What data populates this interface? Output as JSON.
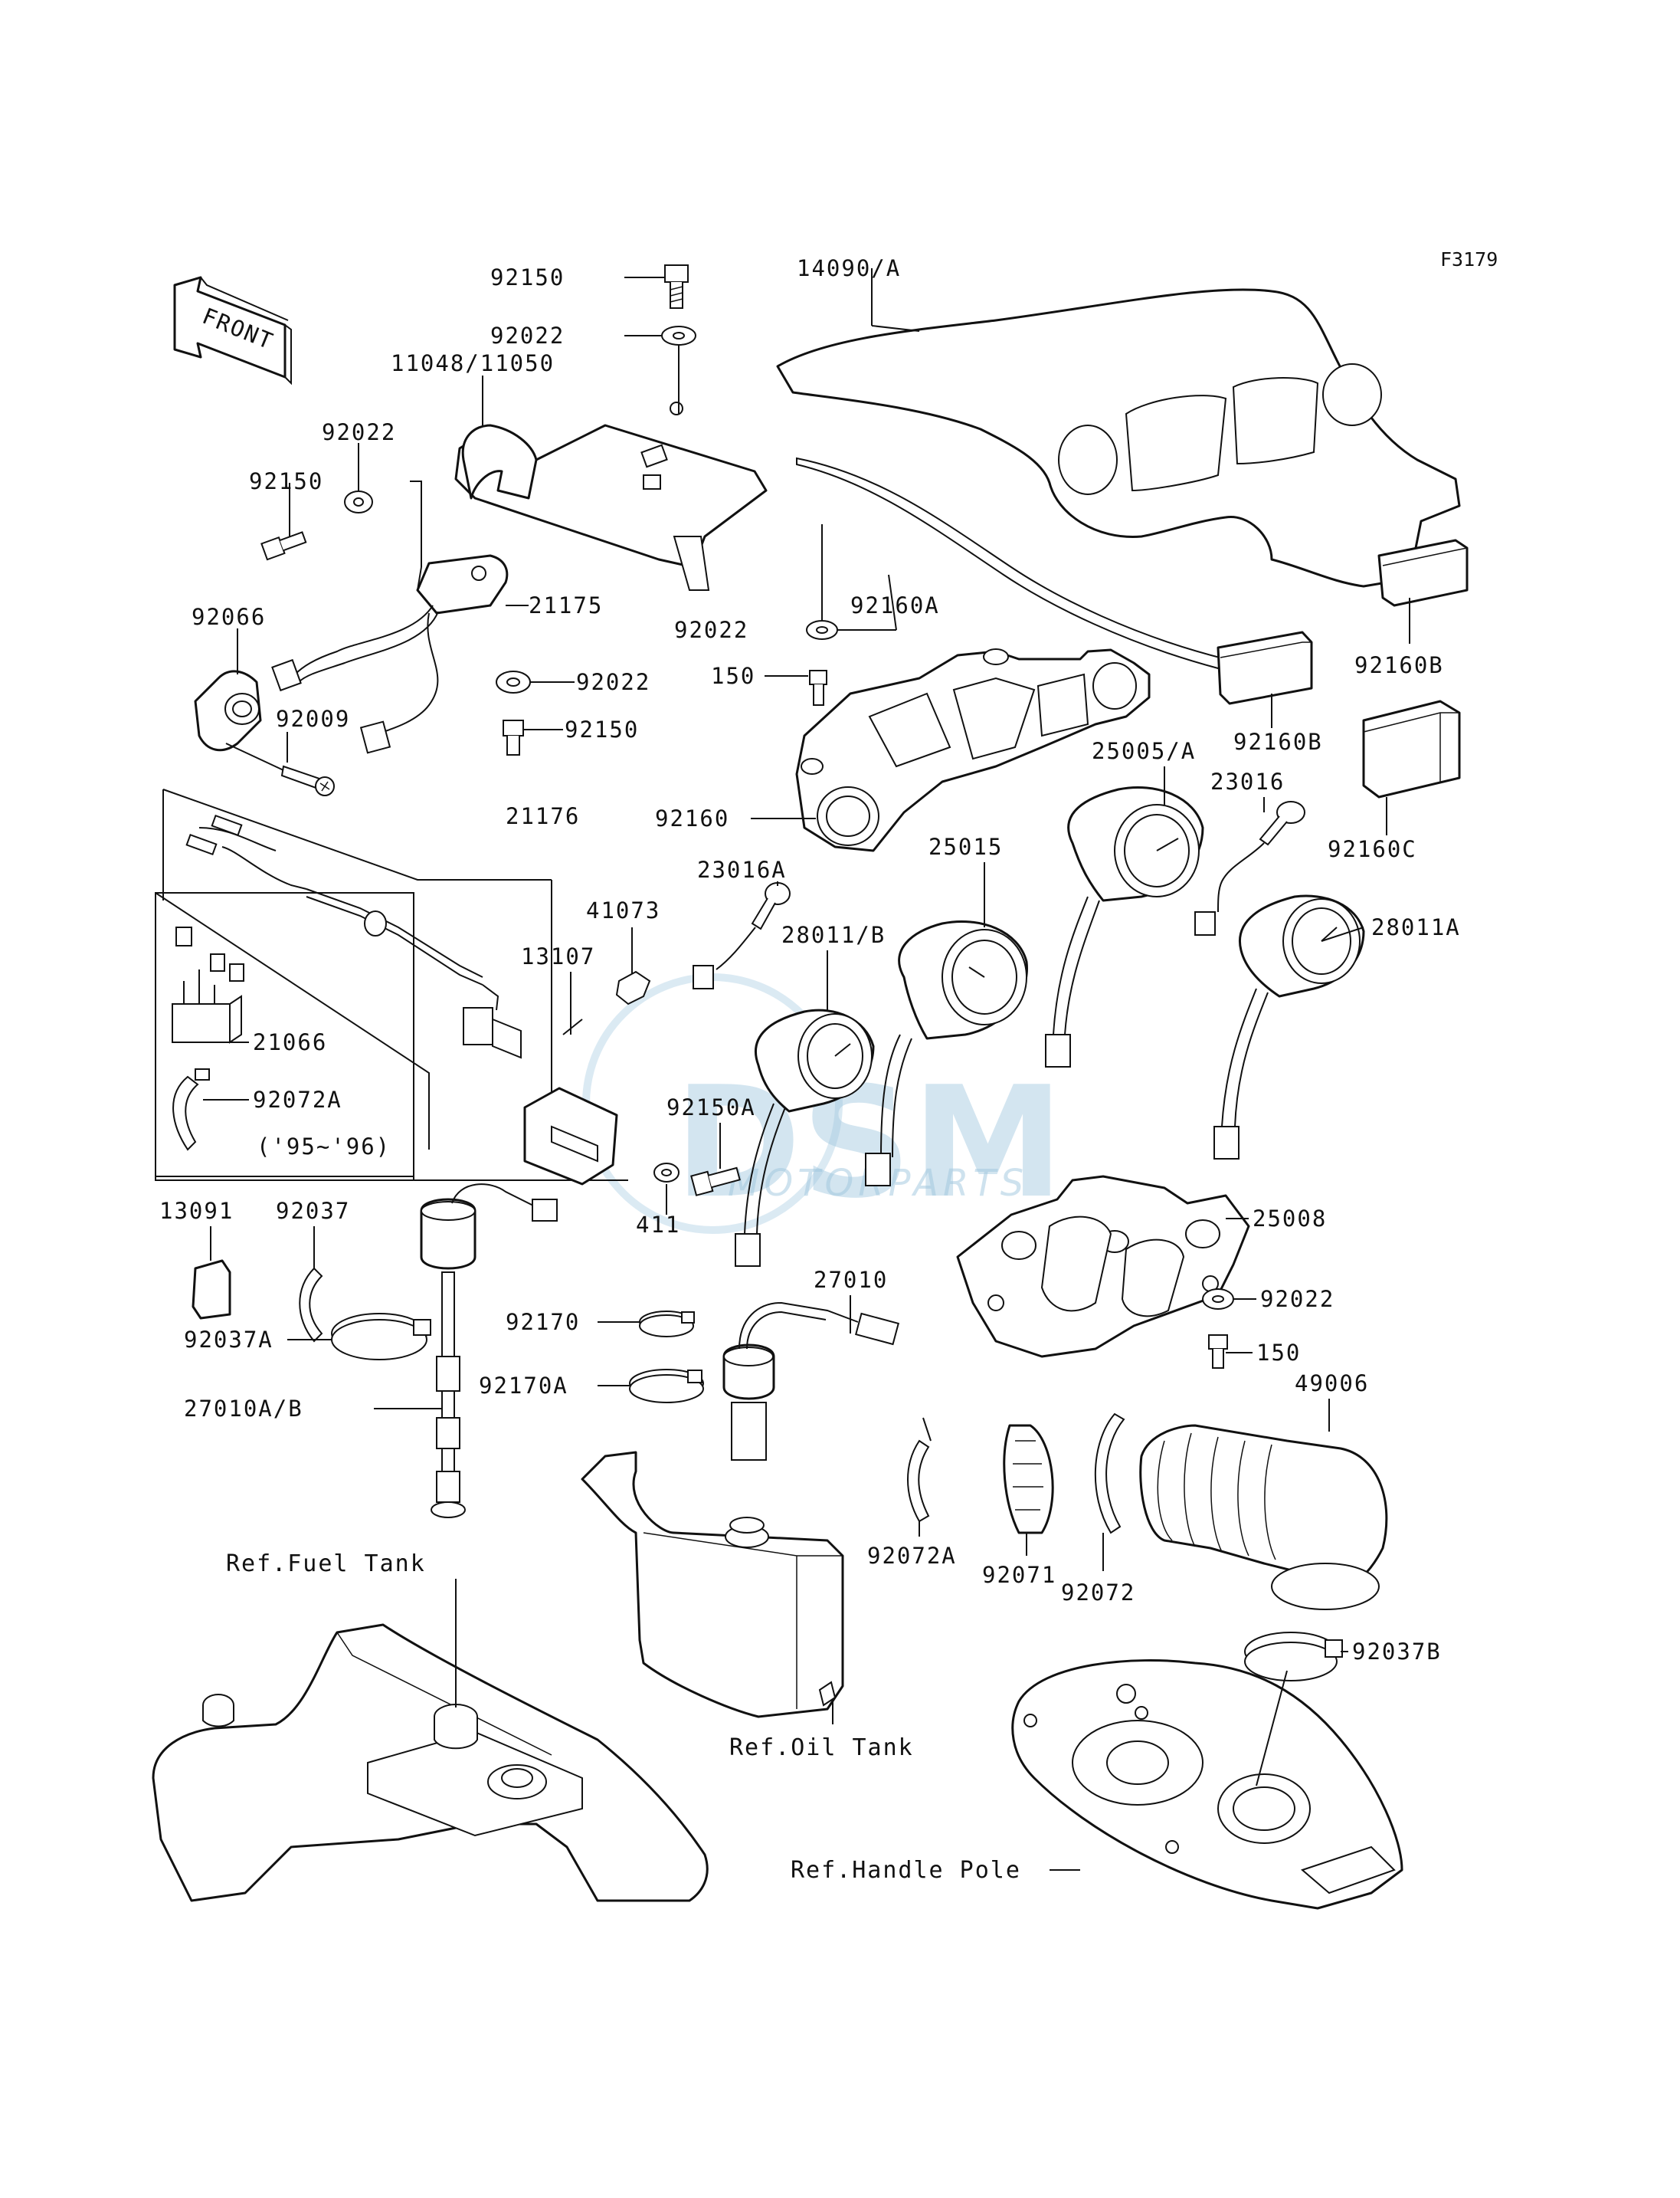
{
  "diagram": {
    "code": "F3179",
    "front_label": "FRONT",
    "year_note": "('95~'96)",
    "watermark": {
      "brand": "DSM",
      "sub": "MOTORPARTS"
    },
    "parts": {
      "p92150_top": "92150",
      "p92022_top": "92022",
      "p14090A": "14090/A",
      "p11048": "11048/11050",
      "p92022_left": "92022",
      "p92150_left": "92150",
      "p21175": "21175",
      "p92066": "92066",
      "p92022_a": "92022",
      "p92009": "92009",
      "p92150_b": "92150",
      "p92022_c": "92022",
      "p92160A": "92160A",
      "p150_a": "150",
      "p92160B_1": "92160B",
      "p92160B_2": "92160B",
      "p92160C": "92160C",
      "p92160": "92160",
      "p25005A": "25005/A",
      "p23016": "23016",
      "p21176": "21176",
      "p25015": "25015",
      "p23016A": "23016A",
      "p41073": "41073",
      "p28011B": "28011/B",
      "p28011A": "28011A",
      "p13107": "13107",
      "p21066": "21066",
      "p92072A_box": "92072A",
      "p92150A": "92150A",
      "p411": "411",
      "p25008": "25008",
      "p13091": "13091",
      "p92037": "92037",
      "p92022_d": "92022",
      "p27010": "27010",
      "p92037A": "92037A",
      "p92170": "92170",
      "p150_b": "150",
      "p92170A": "92170A",
      "p49006": "49006",
      "p27010AB": "27010A/B",
      "p92072A": "92072A",
      "p92071": "92071",
      "p92072": "92072",
      "p92037B": "92037B"
    },
    "refs": {
      "fuel_tank": "Ref.Fuel Tank",
      "oil_tank": "Ref.Oil Tank",
      "handle_pole": "Ref.Handle Pole"
    }
  }
}
